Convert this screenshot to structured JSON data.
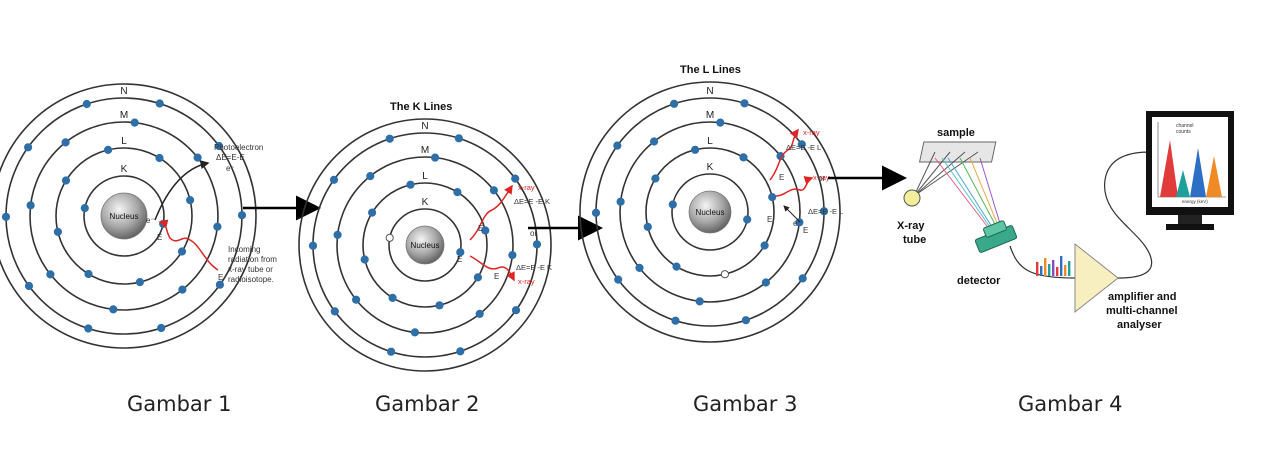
{
  "panels": [
    {
      "caption": "Gambar 1",
      "nucleus": "Nucleus",
      "shells": [
        "N",
        "M",
        "L",
        "K"
      ],
      "labels": {
        "photoelectron": "Photoelectron",
        "photo_eq": "ΔE=E-E",
        "e_minus": "e⁻",
        "e_minus_bottom": "e⁻",
        "e0": "E",
        "incoming": [
          "Incoming",
          "radiation from",
          "x-ray tube or",
          "radioisotope."
        ],
        "incoming_e": "E"
      }
    },
    {
      "caption": "Gambar 2",
      "title": "The K Lines",
      "nucleus": "Nucleus",
      "shells": [
        "N",
        "M",
        "L",
        "K"
      ],
      "labels": {
        "xray_top": "x-ray",
        "eq_top": "ΔE=E -E  K",
        "xray_bottom": "x-ray",
        "eq_bottom": "ΔE=E -E  K",
        "e1": "E",
        "e2": "E",
        "e0": "E",
        "e_minus": "e⁻",
        "or": "or"
      }
    },
    {
      "caption": "Gambar 3",
      "title": "The L Lines",
      "nucleus": "Nucleus",
      "shells": [
        "N",
        "M",
        "L",
        "K"
      ],
      "labels": {
        "xray_top": "x-ray",
        "eq_top": "ΔE=E -E  L",
        "xray_bottom": "x-ray",
        "eq_bottom": "ΔE=E -E  L",
        "e1": "E",
        "e2": "E",
        "e3": "E",
        "e_minus": "e⁻",
        "or": "or"
      }
    },
    {
      "caption": "Gambar 4",
      "labels": {
        "sample": "sample",
        "xray_tube": [
          "X-ray",
          "tube"
        ],
        "detector": "detector",
        "amplifier": [
          "amplifier and",
          "multi-channel",
          "analyser"
        ],
        "screen_top": [
          "channel",
          "counts"
        ],
        "screen_bottom": "energy (keV)"
      }
    }
  ],
  "colors": {
    "electron": "#2f6fa8",
    "shell": "#333333",
    "arrow": "#000000",
    "xray": "#e02424",
    "amplifier": "#f7efc0",
    "detector": "#3aa88a"
  }
}
